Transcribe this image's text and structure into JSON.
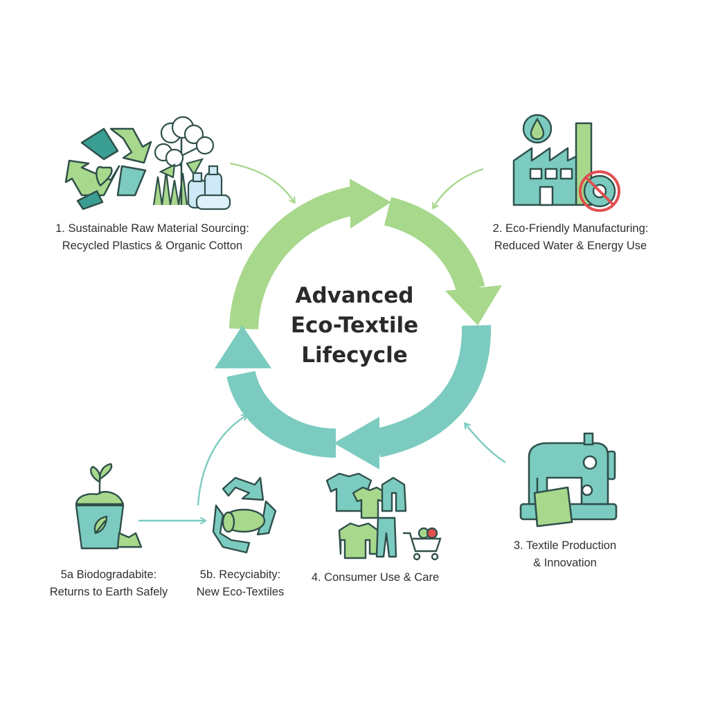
{
  "diagram": {
    "title_lines": [
      "Advanced",
      "Eco-Textile",
      "Lifecycle"
    ],
    "stages": [
      {
        "lines": [
          "1. Sustainable Raw Material Sourcing:",
          "Recycled Plastics & Organic Cotton"
        ]
      },
      {
        "lines": [
          "2. Eco-Friendly Manufacturing:",
          "Reduced Water & Energy Use"
        ]
      },
      {
        "lines": [
          "3. Textile Production",
          "& Innovation"
        ]
      },
      {
        "lines": [
          "4. Consumer Use & Care"
        ]
      },
      {
        "lines": [
          "5b. Recyciabity:",
          "New Eco-Textiles"
        ]
      },
      {
        "lines": [
          "5a Biodogradabite:",
          "Returns to Earth Safely"
        ]
      }
    ],
    "icons": [
      "recycle-icon",
      "cotton-plant-icon",
      "plastic-bottles-icon",
      "factory-icon",
      "water-drop-icon",
      "no-gear-icon",
      "sewing-machine-icon",
      "clothing-icon",
      "shopping-cart-icon",
      "compost-bin-icon",
      "recycled-fabric-icon"
    ],
    "colors": {
      "green": "#a8d88c",
      "teal": "#7ccbc0",
      "dark_teal": "#3a8f86",
      "outline": "#2f4f4a",
      "red": "#e05050"
    }
  }
}
